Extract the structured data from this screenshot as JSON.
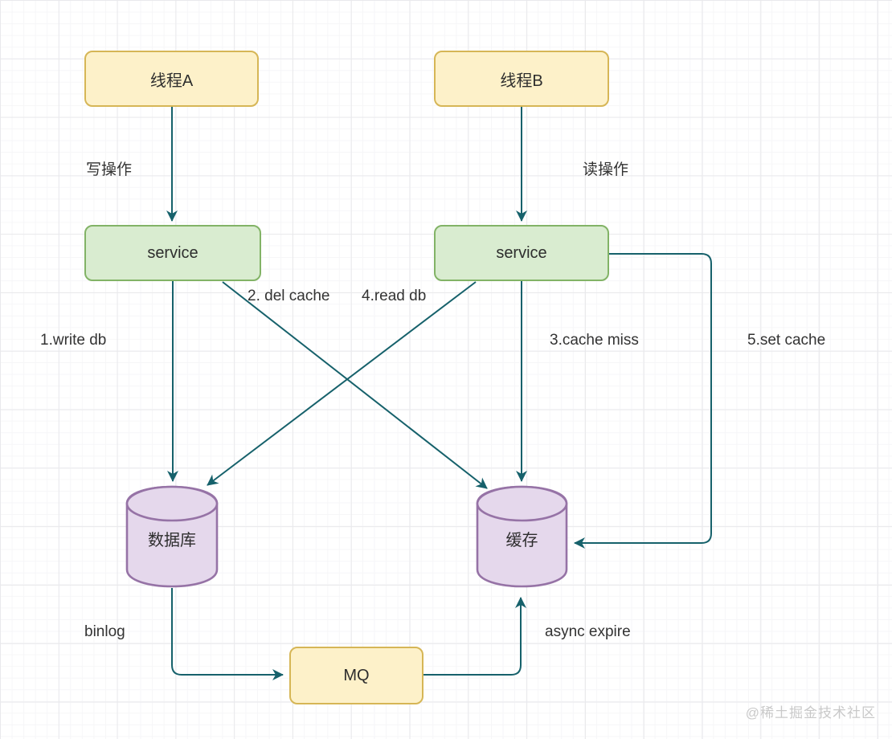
{
  "diagram": {
    "nodes": {
      "thread_a": {
        "label": "线程A"
      },
      "thread_b": {
        "label": "线程B"
      },
      "service_a": {
        "label": "service"
      },
      "service_b": {
        "label": "service"
      },
      "database": {
        "label": "数据库"
      },
      "cache": {
        "label": "缓存"
      },
      "mq": {
        "label": "MQ"
      }
    },
    "edges": {
      "write_op": {
        "label": "写操作"
      },
      "read_op": {
        "label": "读操作"
      },
      "write_db": {
        "label": "1.write db"
      },
      "del_cache": {
        "label": "2. del cache"
      },
      "cache_miss": {
        "label": "3.cache miss"
      },
      "read_db": {
        "label": "4.read db"
      },
      "set_cache": {
        "label": "5.set cache"
      },
      "binlog": {
        "label": "binlog"
      },
      "async_expire": {
        "label": "async expire"
      }
    },
    "watermark": "@稀土掘金技术社区",
    "colors": {
      "arrow": "#16616b",
      "yellow_fill": "#fdf1c9",
      "yellow_border": "#d6b656",
      "green_fill": "#d9ecd0",
      "green_border": "#82b366",
      "purple_fill": "#e5d8ec",
      "purple_border": "#9673a6",
      "grid_major": "#e9e9ec",
      "grid_minor": "#f6f6f8"
    }
  }
}
